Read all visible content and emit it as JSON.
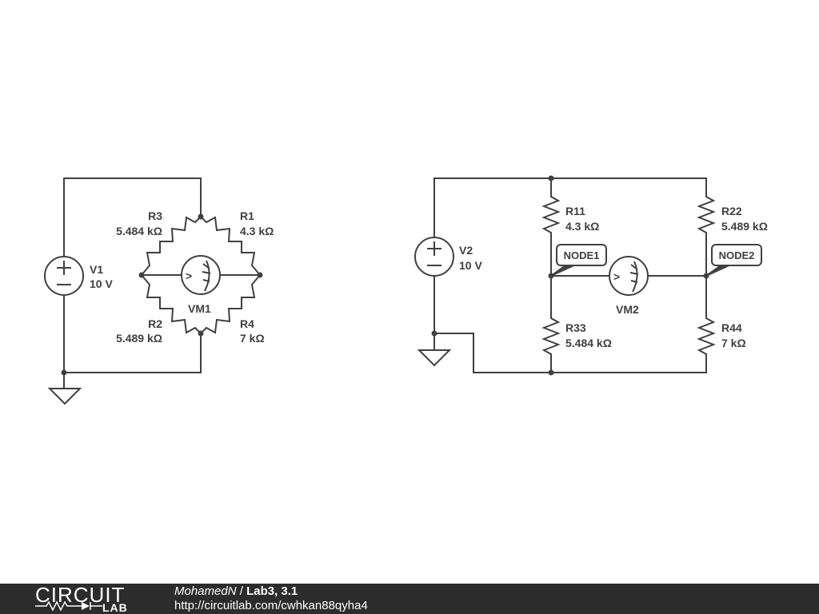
{
  "circuit_left": {
    "source": {
      "name": "V1",
      "value": "10 V"
    },
    "resistors": [
      {
        "name": "R3",
        "value": "5.484 kΩ"
      },
      {
        "name": "R1",
        "value": "4.3 kΩ"
      },
      {
        "name": "R2",
        "value": "5.489 kΩ"
      },
      {
        "name": "R4",
        "value": "7 kΩ"
      }
    ],
    "meter": {
      "name": "VM1"
    }
  },
  "circuit_right": {
    "source": {
      "name": "V2",
      "value": "10 V"
    },
    "resistors": [
      {
        "name": "R11",
        "value": "4.3 kΩ"
      },
      {
        "name": "R22",
        "value": "5.489 kΩ"
      },
      {
        "name": "R33",
        "value": "5.484 kΩ"
      },
      {
        "name": "R44",
        "value": "7 kΩ"
      }
    ],
    "meter": {
      "name": "VM2"
    },
    "nodes": [
      "NODE1",
      "NODE2"
    ]
  },
  "meter_symbol": ">",
  "footer": {
    "logo_top": "CIRCUIT",
    "logo_bottom": "LAB",
    "author": "MohamedN",
    "separator": " / ",
    "title": "Lab3, 3.1",
    "url": "http://circuitlab.com/cwhkan88qyha4"
  },
  "colors": {
    "wire": "#404040",
    "footer_bg": "#2c2c2c",
    "footer_text": "#ffffff"
  }
}
